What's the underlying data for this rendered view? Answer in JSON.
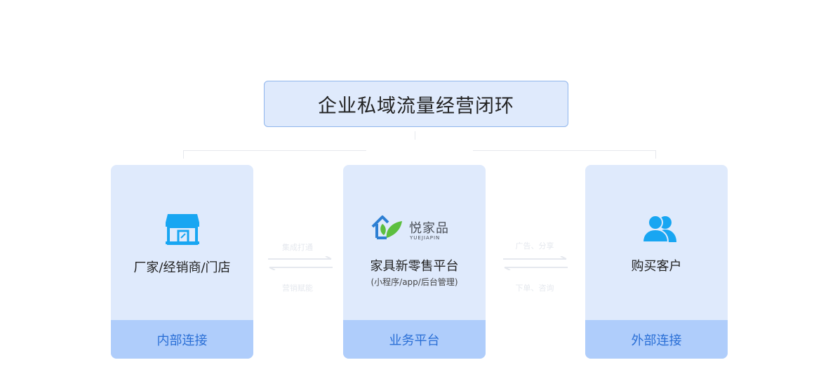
{
  "top": {
    "title": "企业私域流量经营闭环"
  },
  "cards": [
    {
      "title": "厂家/经销商/门店",
      "subtitle": "",
      "footer": "内部连接",
      "icon": "store-icon"
    },
    {
      "title": "家具新零售平台",
      "subtitle": "(小程序/app/后台管理)",
      "footer": "业务平台",
      "icon": "yuejiapin-logo"
    },
    {
      "title": "购买客户",
      "subtitle": "",
      "footer": "外部连接",
      "icon": "users-icon"
    }
  ],
  "logo": {
    "cn": "悦家品",
    "en": "YUEJIAPIN"
  },
  "arrows": [
    {
      "top_label": "集成打通",
      "bottom_label": "营销赋能"
    },
    {
      "top_label": "广告、分享",
      "bottom_label": "下单、咨询"
    }
  ],
  "colors": {
    "card_bg": "#dfeafc",
    "card_footer_bg": "#afcdfb",
    "footer_text": "#2a6fd6",
    "icon_blue": "#18a6f2",
    "logo_green": "#5cbf3f",
    "logo_blue": "#2d7fd3"
  }
}
